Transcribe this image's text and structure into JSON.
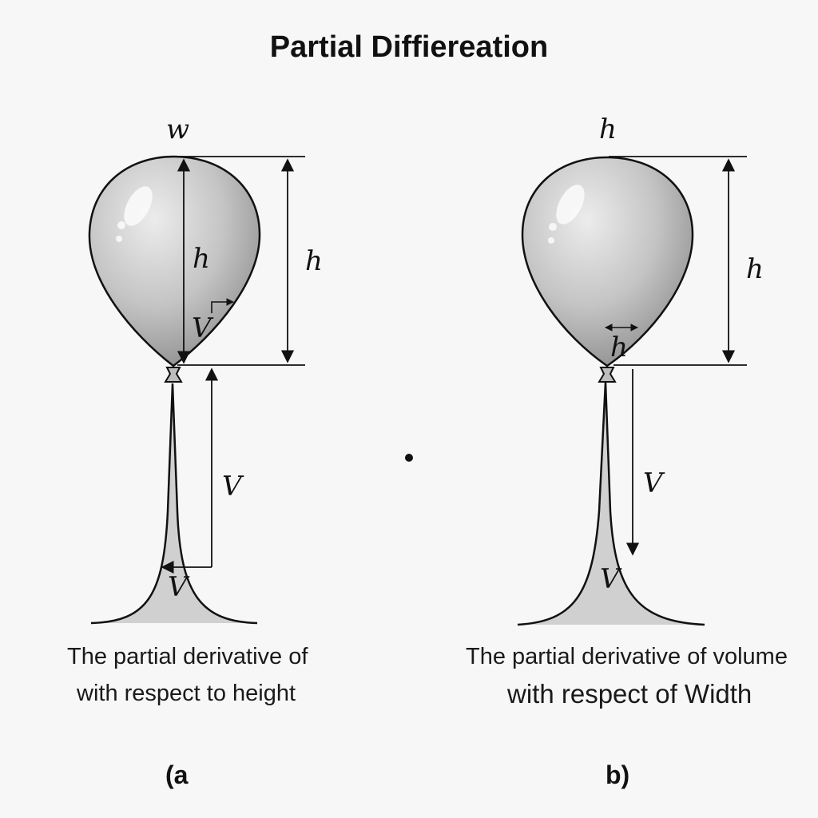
{
  "title": "Partial Diffiereation",
  "panel_a": {
    "label_top": "w",
    "label_h_inside": "h",
    "label_h_outside": "h",
    "label_v_inside": "V",
    "label_v_string": "V",
    "label_v_base": "V",
    "caption_line1": "The partial derivative of",
    "caption_line2": "with respect to height",
    "panel_label": "(a"
  },
  "panel_b": {
    "label_top": "h",
    "label_h_outside": "h",
    "label_h_inside": "h",
    "label_v_string": "V",
    "label_v_base": "V",
    "caption_line1": "The partial derivative of volume",
    "caption_line2": "with respect of Width",
    "panel_label": "b)"
  },
  "colors": {
    "balloon_light": "#e6e6e6",
    "balloon_dark": "#9a9a9a",
    "fill_base": "#cfcfcf",
    "stroke": "#111111"
  }
}
